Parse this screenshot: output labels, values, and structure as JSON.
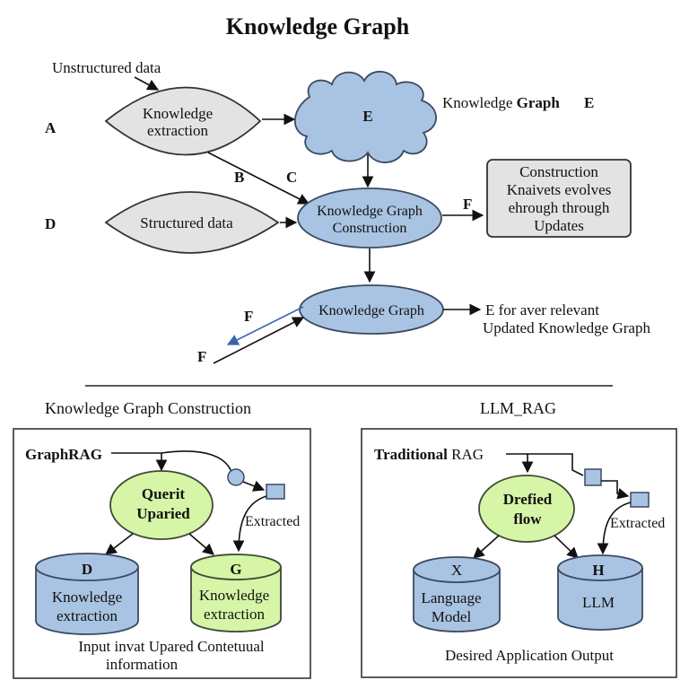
{
  "title": "Knowledge Graph",
  "colors": {
    "blue_node": "#a9c4e2",
    "grey_node": "#e3e3e3",
    "green_node": "#d6f5a6",
    "edge": "#111111",
    "blue_arrow": "#3a64b0"
  },
  "top": {
    "unstructured_data": "Unstructured data",
    "knowledge_extraction_l1": "Knowledge",
    "knowledge_extraction_l2": "extraction",
    "cloud_label": "E",
    "cloud_caption_a": "Knowledge ",
    "cloud_caption_b": "Graph",
    "cloud_caption_c": "E",
    "structured_data": "Structured data",
    "kgc_l1": "Knowledge Graph",
    "kgc_l2": "Construction",
    "update_box": [
      "Construction",
      "Knaivets evolves",
      "ehrough through",
      "Updates"
    ],
    "kg_node": "Knowledge Graph",
    "kg_output_l1": "E for aver relevant",
    "kg_output_l2": "Updated Knowledge Graph",
    "letters": {
      "a": "A",
      "b": "B",
      "c": "C",
      "d": "D",
      "f1": "F",
      "f2": "F",
      "f3": "F"
    }
  },
  "sections": {
    "left_heading": "Knowledge Graph Construction",
    "right_heading": "LLM_RAG"
  },
  "graphrag": {
    "title": "GraphRAG",
    "query_l1": "Querit",
    "query_l2": "Uparied",
    "extracted": "Extracted",
    "db_left_letter": "D",
    "db_left_l1": "Knowledge",
    "db_left_l2": "extraction",
    "db_right_letter": "G",
    "db_right_l1": "Knowledge",
    "db_right_l2": "extraction",
    "caption_l1": "Input invat Upared Contetuual",
    "caption_l2": "information"
  },
  "trad_rag": {
    "title_a": "Traditional",
    "title_b": " RAG",
    "flow_l1": "Drefied",
    "flow_l2": "flow",
    "extracted": "Extracted",
    "db_left_letter": "X",
    "db_left_l1": "Language",
    "db_left_l2": "Model",
    "db_right_letter": "H",
    "db_right_l1": "LLM",
    "caption": "Desired Application Output"
  }
}
